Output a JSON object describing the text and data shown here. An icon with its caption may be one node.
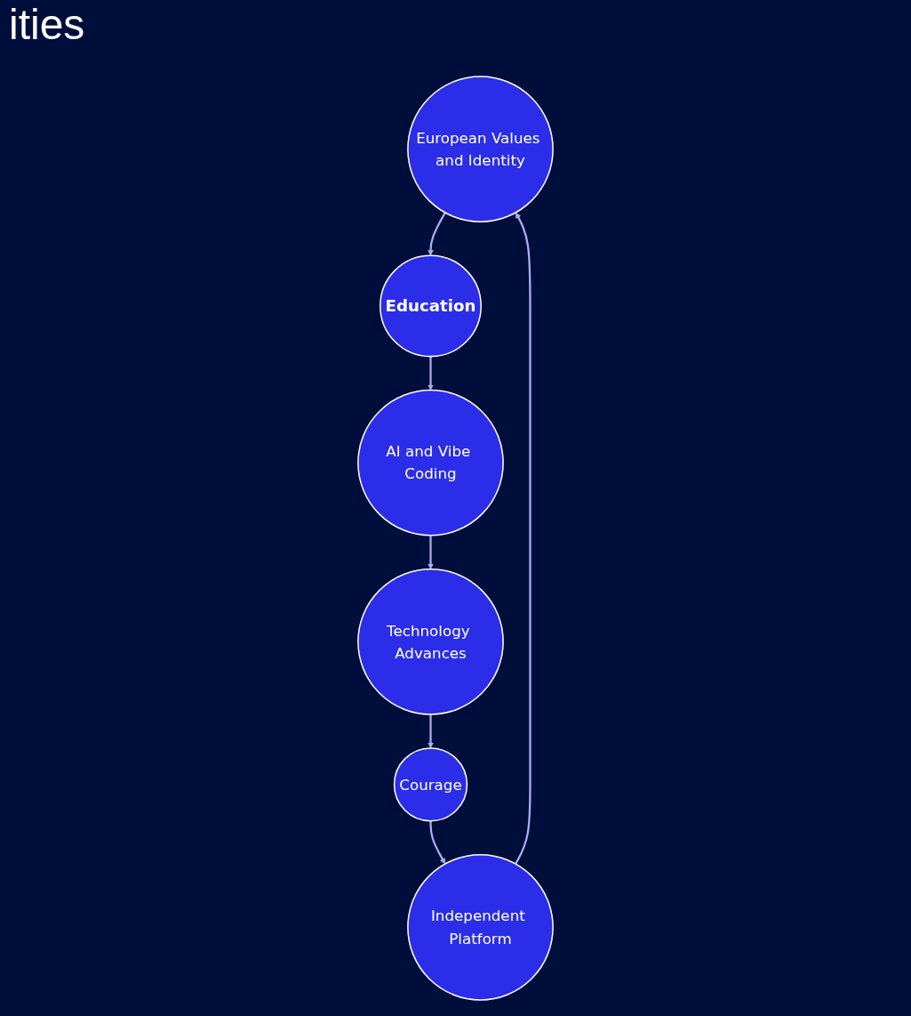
{
  "diagram": {
    "title": "ities",
    "nodes": [
      {
        "text": [
          "European Values and Identity"
        ]
      },
      {
        "text": [
          "Education"
        ]
      },
      {
        "text": [
          "AI and Vibe Coding"
        ]
      },
      {
        "text": [
          "Technology Advances"
        ]
      },
      {
        "text": [
          "Courage"
        ]
      },
      {
        "text": [
          "Independent Platform"
        ]
      }
    ],
    "edges": [
      {
        "from": 5,
        "to": 0,
        "arrow": "to"
      },
      {
        "from": 0,
        "to": 1,
        "arrow": "to"
      },
      {
        "from": 1,
        "to": 2,
        "arrow": "to"
      },
      {
        "from": 2,
        "to": 3,
        "arrow": "to"
      },
      {
        "from": 3,
        "to": 4,
        "arrow": "to"
      },
      {
        "from": 4,
        "to": 5,
        "arrow": "to"
      }
    ]
  }
}
